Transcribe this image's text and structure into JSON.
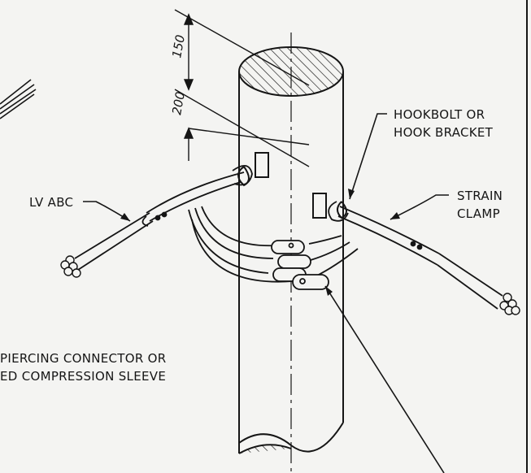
{
  "labels": {
    "hookbolt": [
      "HOOKBOLT OR",
      "HOOK BRACKET"
    ],
    "strain": [
      "STRAIN",
      "CLAMP"
    ],
    "lv_abc": "LV ABC",
    "connector": [
      "PIERCING CONNECTOR OR",
      "ED COMPRESSION SLEEVE"
    ]
  },
  "dimensions": {
    "upper": "150",
    "lower": "200"
  },
  "colors": {
    "line": "#151515",
    "paper": "#f4f4f2"
  }
}
